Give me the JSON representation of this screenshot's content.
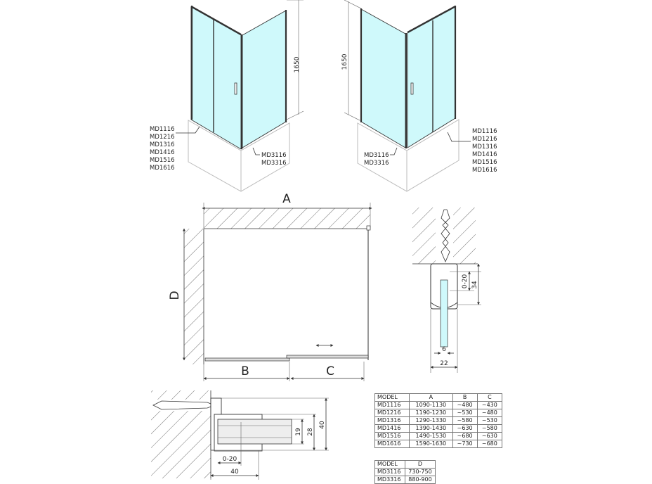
{
  "iso_left": {
    "height_label": "1650",
    "front_models": [
      "MD1116",
      "MD1216",
      "MD1316",
      "MD1416",
      "MD1516",
      "MD1616"
    ],
    "side_models": [
      "MD3116",
      "MD3316"
    ]
  },
  "iso_right": {
    "height_label": "1650",
    "front_models": [
      "MD1116",
      "MD1216",
      "MD1316",
      "MD1416",
      "MD1516",
      "MD1616"
    ],
    "side_models": [
      "MD3116",
      "MD3316"
    ]
  },
  "plan": {
    "A": "A",
    "B": "B",
    "C": "C",
    "D": "D"
  },
  "profile_detail": {
    "gap": "0-20",
    "height": "34",
    "glass": "6",
    "width": "22"
  },
  "wall_detail": {
    "h19": "19",
    "h28": "28",
    "h40": "40",
    "gap": "0-20",
    "width": "40"
  },
  "table_abc": {
    "headers": [
      "MODEL",
      "A",
      "B",
      "C"
    ],
    "rows": [
      [
        "MD1116",
        "1090-1130",
        "~480",
        "~430"
      ],
      [
        "MD1216",
        "1190-1230",
        "~530",
        "~480"
      ],
      [
        "MD1316",
        "1290-1330",
        "~580",
        "~530"
      ],
      [
        "MD1416",
        "1390-1430",
        "~630",
        "~580"
      ],
      [
        "MD1516",
        "1490-1530",
        "~680",
        "~630"
      ],
      [
        "MD1616",
        "1590-1630",
        "~730",
        "~680"
      ]
    ]
  },
  "table_d": {
    "headers": [
      "MODEL",
      "D"
    ],
    "rows": [
      [
        "MD3116",
        "730-750"
      ],
      [
        "MD3316",
        "880-900"
      ]
    ]
  }
}
